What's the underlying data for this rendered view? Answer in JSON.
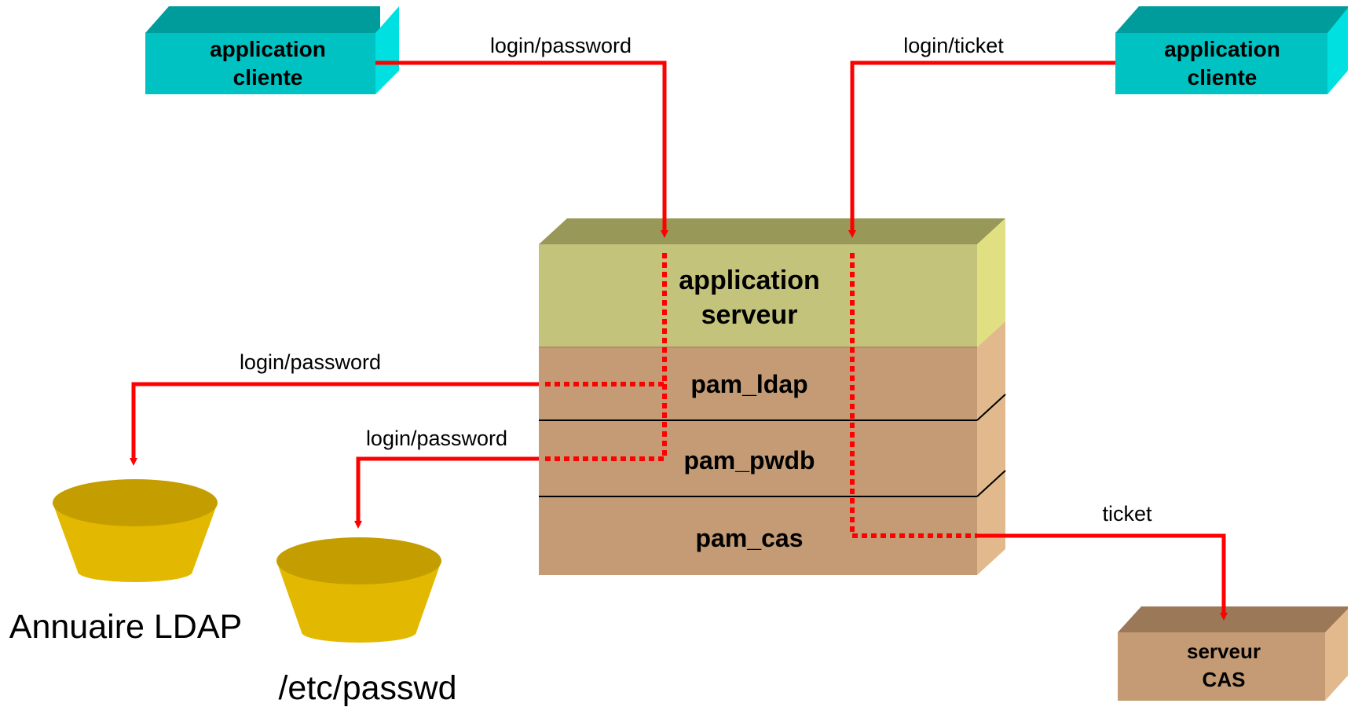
{
  "nodes": {
    "client_left": {
      "line1": "application",
      "line2": "cliente"
    },
    "client_right": {
      "line1": "application",
      "line2": "cliente"
    },
    "server_app": {
      "line1": "application",
      "line2": "serveur"
    },
    "pam_ldap": {
      "label": "pam_ldap"
    },
    "pam_pwdb": {
      "label": "pam_pwdb"
    },
    "pam_cas": {
      "label": "pam_cas"
    },
    "cas_server": {
      "line1": "serveur",
      "line2": "CAS"
    },
    "ldap_db": {
      "label": "Annuaire LDAP"
    },
    "passwd_db": {
      "label": "/etc/passwd"
    }
  },
  "edges": {
    "client_left_to_server": "login/password",
    "client_right_to_server": "login/ticket",
    "pam_ldap_to_ldap": "login/password",
    "pam_pwdb_to_passwd": "login/password",
    "pam_cas_to_cas": "ticket"
  },
  "colors": {
    "client_front": "#00c2c2",
    "client_top": "#009b9b",
    "client_side": "#00e0e0",
    "server_front": "#c3c37b",
    "server_top": "#989858",
    "server_side": "#e0e083",
    "pam_front": "#c49b74",
    "pam_side": "#e2b98c",
    "cas_top": "#9a7858",
    "db_body": "#e3b800",
    "db_top": "#c49d00",
    "arrow": "#ff0000"
  }
}
